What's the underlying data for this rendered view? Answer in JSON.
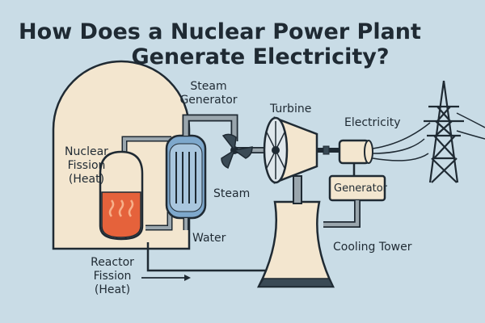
{
  "title": {
    "line1": "How Does a Nuclear Power Plant",
    "line2": "Generate Electricity?"
  },
  "labels": {
    "steam_generator_l1": "Steam",
    "steam_generator_l2": "Generator",
    "turbine": "Turbine",
    "electricity": "Electricity",
    "nuclear_fission_l1": "Nuclear",
    "nuclear_fission_l2": "Fission",
    "nuclear_fission_l3": "(Heat)",
    "steam": "Steam",
    "generator": "Generator",
    "water": "Water",
    "cooling_tower": "Cooling Tower",
    "reactor_l1": "Reactor",
    "reactor_l2": "Fission",
    "reactor_l3": "(Heat)"
  },
  "colors": {
    "background": "#c9dce6",
    "containment": "#f3e6cf",
    "outline": "#1f2a33",
    "reactor_core": "#e5623b",
    "steam_generator": "#7ea8cc",
    "pipe": "#9aa6ad",
    "cooling_tower": "#f3e6cf"
  }
}
